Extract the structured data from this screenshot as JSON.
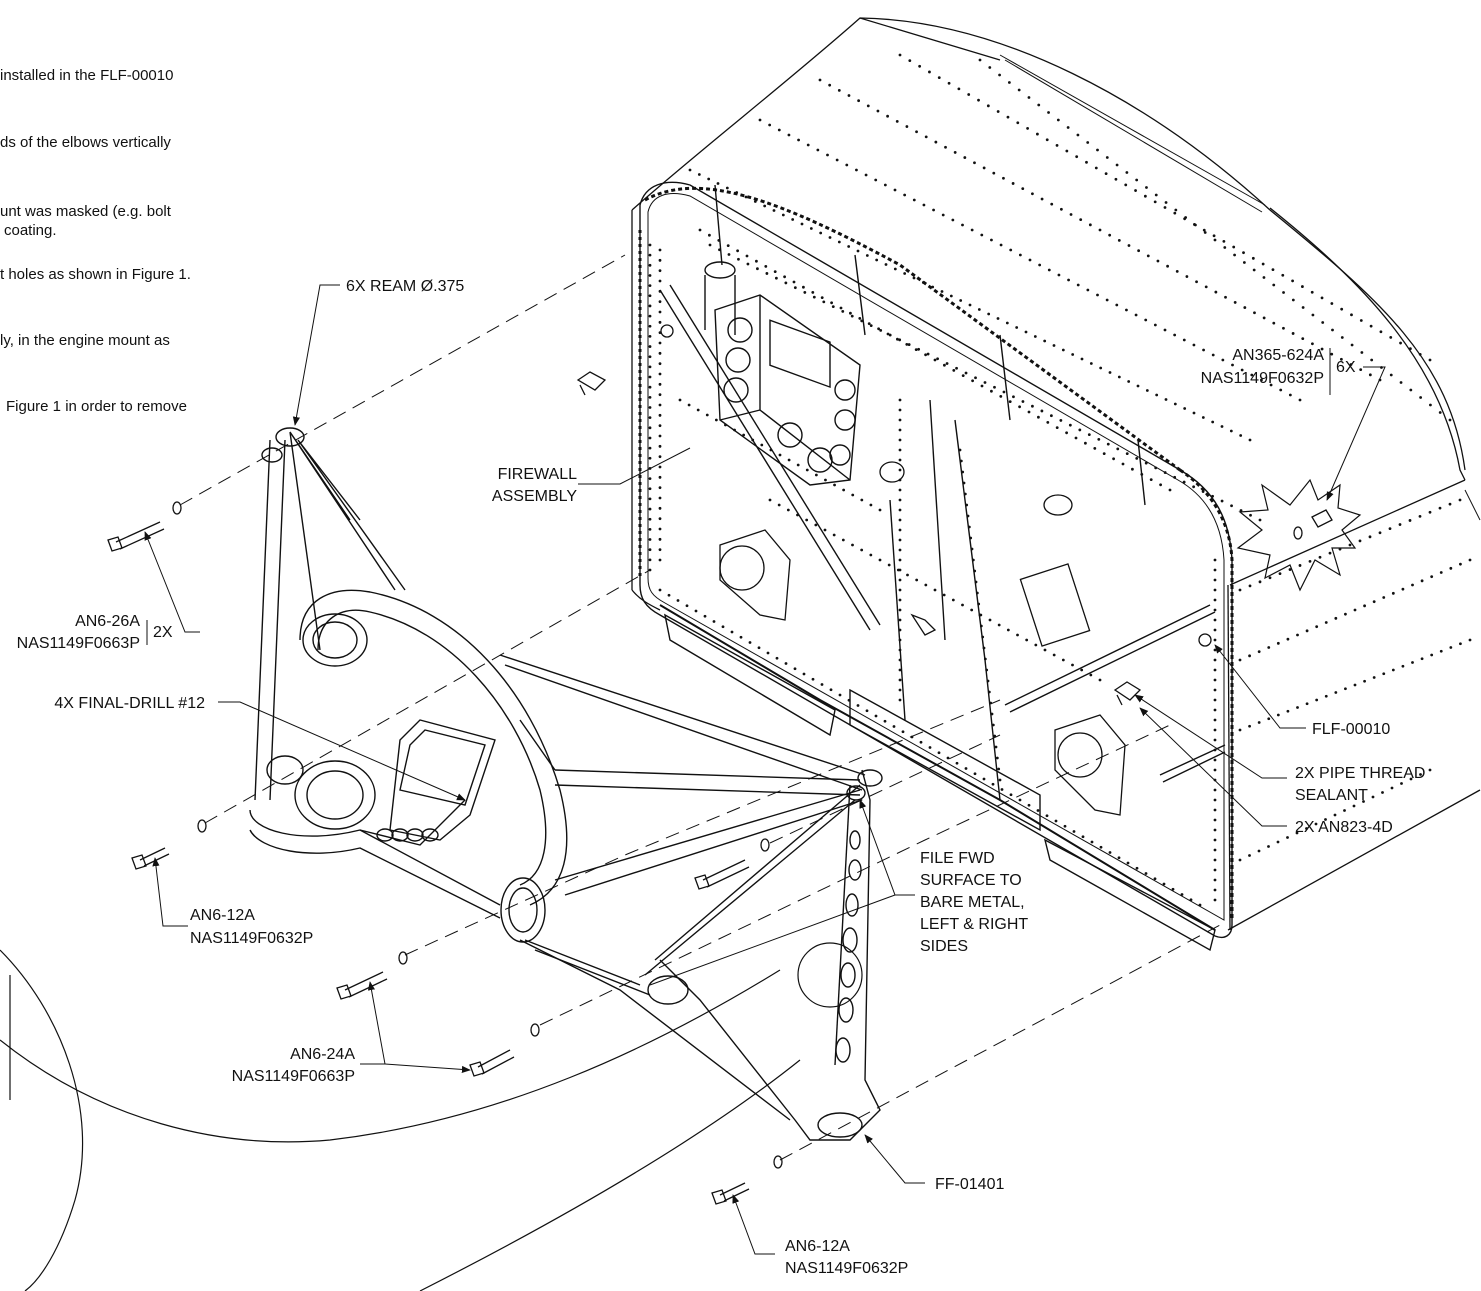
{
  "steps": [
    "installed in the FLF-00010",
    "ds of the elbows vertically",
    "unt was masked (e.g. bolt",
    "coating.",
    "t holes as shown in Figure 1.",
    "ly, in the engine mount as",
    "Figure 1 in order to remove"
  ],
  "callouts": {
    "ream": "6X REAM Ø.375",
    "firewall_1": "FIREWALL",
    "firewall_2": "ASSEMBLY",
    "an365": "AN365-624A",
    "nas_nut": "NAS1149F0632P",
    "qty_6x": "6X",
    "an6_26a": "AN6-26A",
    "nas_26": "NAS1149F0663P",
    "qty_2x": "2X",
    "final_drill": "4X FINAL-DRILL #12",
    "flf": "FLF-00010",
    "pipe_1": "2X PIPE THREAD",
    "pipe_2": "SEALANT",
    "an823": "2X AN823-4D",
    "an6_12a_top": "AN6-12A",
    "nas_12_top": "NAS1149F0632P",
    "file_1": "FILE FWD",
    "file_2": "SURFACE TO",
    "file_3": "BARE METAL,",
    "file_4": "LEFT & RIGHT",
    "file_5": "SIDES",
    "an6_24a": "AN6-24A",
    "nas_24": "NAS1149F0663P",
    "ff": "FF-01401",
    "an6_12a_bot": "AN6-12A",
    "nas_12_bot": "NAS1149F0632P"
  }
}
